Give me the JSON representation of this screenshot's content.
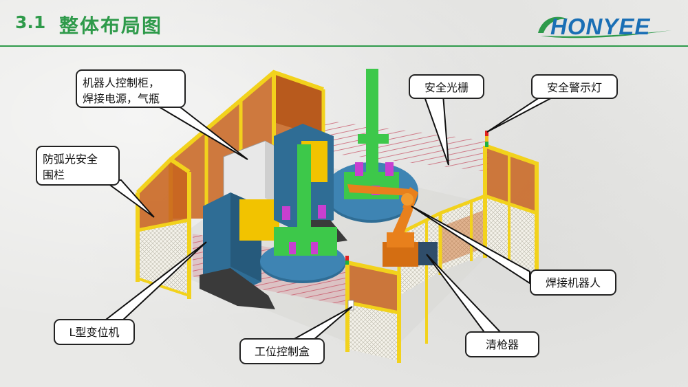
{
  "header": {
    "section_number": "3.1",
    "title": "整体布局图",
    "logo_text": "HONYEE"
  },
  "labels": {
    "robot_cabinet_line1": "机器人控制柜，",
    "robot_cabinet_line2": "焊接电源，气瓶",
    "arc_guard_line1": "防弧光安全",
    "arc_guard_line2": "围栏",
    "light_curtain": "安全光栅",
    "warning_light": "安全警示灯",
    "welding_robot": "焊接机器人",
    "l_positioner": "L型变位机",
    "station_box": "工位控制盒",
    "torch_cleaner": "清枪器"
  },
  "colors": {
    "accent": "#2e9a4a",
    "logo_blue": "#1a6fb5",
    "fence_yellow": "#f2d21c",
    "panel_orange": "#c8641f",
    "positioner_blue": "#2f6d95",
    "fixture_green": "#3dc84a",
    "robot_orange": "#e8801c",
    "magenta": "#c83fd0"
  }
}
